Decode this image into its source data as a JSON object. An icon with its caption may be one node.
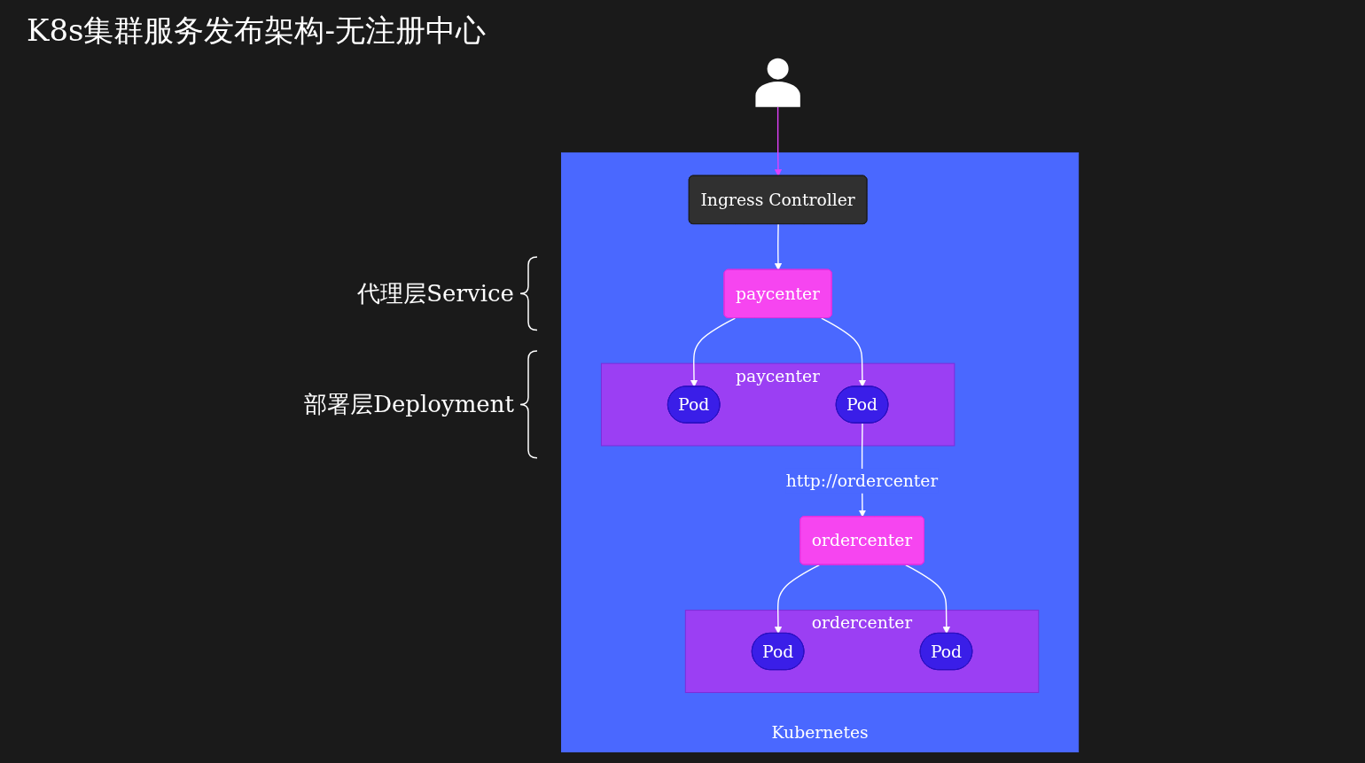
{
  "diagram": {
    "title": "K8s集群服务发布架构-无注册中心",
    "nodes": [
      {
        "text": [],
        "shape": "person"
      },
      {
        "text": [
          "Kubernetes"
        ]
      },
      {
        "text": [
          "Ingress Controller"
        ],
        "in": 1
      },
      {
        "text": [
          "paycenter"
        ],
        "in": 1
      },
      {
        "text": [
          "ordercenter"
        ],
        "in": 1
      },
      {
        "text": [
          "paycenter"
        ],
        "in": 1
      },
      {
        "text": [
          "Pod"
        ],
        "in": 5
      },
      {
        "text": [
          "Pod"
        ],
        "in": 5
      },
      {
        "text": [
          "ordercenter"
        ],
        "in": 1
      },
      {
        "text": [
          "Pod"
        ],
        "in": 8
      },
      {
        "text": [
          "Pod"
        ],
        "in": 8
      }
    ],
    "edges": [
      {
        "from": 0,
        "to": 2,
        "arrow": "to",
        "color": "#e040fb"
      },
      {
        "from": 2,
        "to": 3,
        "arrow": "to"
      },
      {
        "from": 3,
        "to": 6,
        "arrow": "to"
      },
      {
        "from": 3,
        "to": 7,
        "arrow": "to"
      },
      {
        "from": 7,
        "to": 4,
        "arrow": "to",
        "label": "http://ordercenter"
      },
      {
        "from": 4,
        "to": 9,
        "arrow": "to"
      },
      {
        "from": 4,
        "to": 10,
        "arrow": "to"
      }
    ],
    "labels": [
      "代理层Service",
      "部署层Deployment"
    ]
  }
}
